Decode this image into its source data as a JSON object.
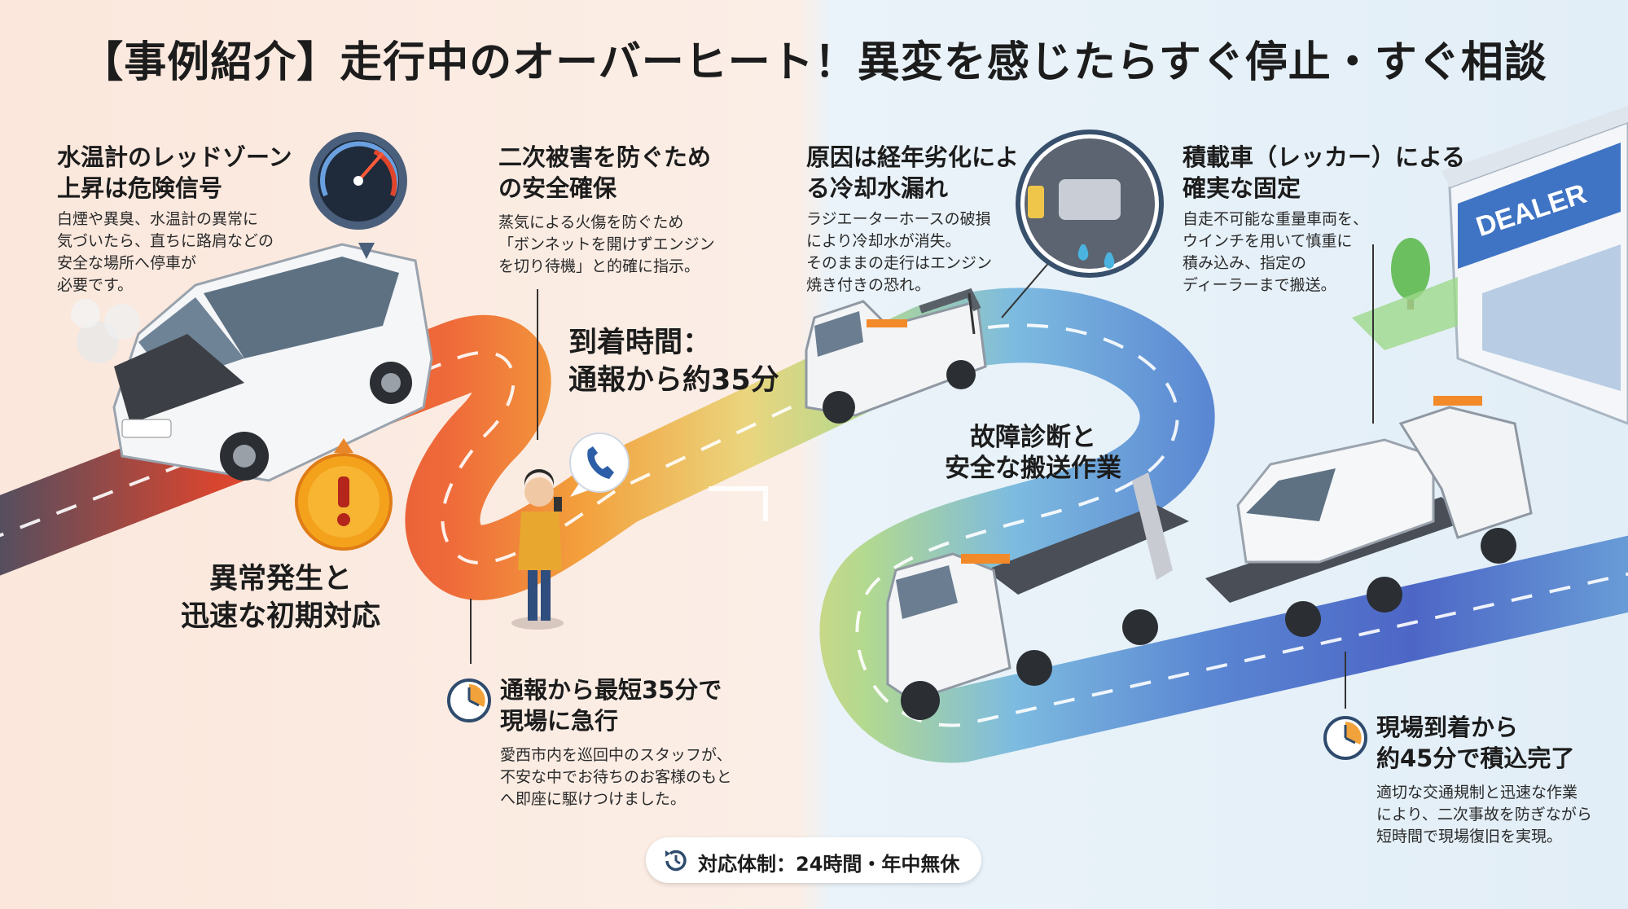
{
  "title": "【事例紹介】走行中のオーバーヒート！異変を感じたらすぐ停止・すぐ相談",
  "steps": {
    "water_temp": {
      "heading_1": "水温計のレッドゾーン",
      "heading_2": "上昇は危険信号",
      "body_1": "白煙や異臭、水温計の異常に",
      "body_2": "気づいたら、直ちに路肩などの",
      "body_3": "安全な場所へ停車が",
      "body_4": "必要です。"
    },
    "initial_response": {
      "label_1": "異常発生と",
      "label_2": "迅速な初期対応"
    },
    "safety": {
      "heading_1": "二次被害を防ぐため",
      "heading_2": "の安全確保",
      "body_1": "蒸気による火傷を防ぐため",
      "body_2": "「ボンネットを開けずエンジン",
      "body_3": "を切り待機」と的確に指示。"
    },
    "arrival": {
      "label_1": "到着時間：",
      "label_2": "通報から約35分"
    },
    "dispatch": {
      "heading_1": "通報から最短35分で",
      "heading_2": "現場に急行",
      "body_1": "愛西市内を巡回中のスタッフが、",
      "body_2": "不安な中でお待ちのお客様のもと",
      "body_3": "へ即座に駆けつけました。"
    },
    "cause": {
      "heading_1": "原因は経年劣化によ",
      "heading_2": "る冷却水漏れ",
      "body_1": "ラジエーターホースの破損",
      "body_2": "により冷却水が消失。",
      "body_3": "そのままの走行はエンジン",
      "body_4": "焼き付きの恐れ。"
    },
    "diagnosis": {
      "label_1": "故障診断と",
      "label_2": "安全な搬送作業"
    },
    "loading": {
      "heading_1": "積載車（レッカー）による",
      "heading_2": "確実な固定",
      "body_1": "自走不可能な重量車両を、",
      "body_2": "ウインチを用いて慎重に",
      "body_3": "積み込み、指定の",
      "body_4": "ディーラーまで搬送。"
    },
    "completion": {
      "heading_1": "現場到着から",
      "heading_2": "約45分で積込完了",
      "body_1": "適切な交通規制と迅速な作業",
      "body_2": "により、二次事故を防ぎながら",
      "body_3": "短時間で現場復旧を実現。"
    }
  },
  "dealer_sign": "DEALER",
  "footer": {
    "label": "対応体制：24時間・年中無休"
  },
  "icons": {
    "gauge": "temperature-gauge-icon",
    "warning": "exclamation-warning-icon",
    "phone": "phone-call-icon",
    "clock": "clock-icon",
    "leak": "coolant-leak-icon",
    "support": "24-hour-support-icon"
  },
  "colors": {
    "bg_warm": "#fbe9df",
    "bg_cool": "#e6f1f8",
    "road_red": "#e4533b",
    "road_orange": "#f2a23a",
    "road_yellow": "#e9d27a",
    "road_green": "#a9d48a",
    "road_blue": "#6aa5d8",
    "road_indigo": "#4a64c8",
    "warning": "#f4a21c",
    "dealer_blue": "#3f73c4"
  }
}
